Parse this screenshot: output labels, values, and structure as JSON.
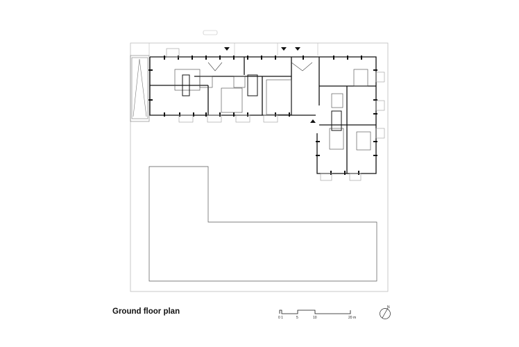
{
  "title": "Ground floor plan",
  "scale_bar": {
    "labels": [
      "0 1",
      "5",
      "10",
      "20 m"
    ]
  },
  "north_arrow": {
    "label": "N"
  },
  "colors": {
    "line": "#111111",
    "thin": "#888888",
    "background": "#ffffff"
  }
}
